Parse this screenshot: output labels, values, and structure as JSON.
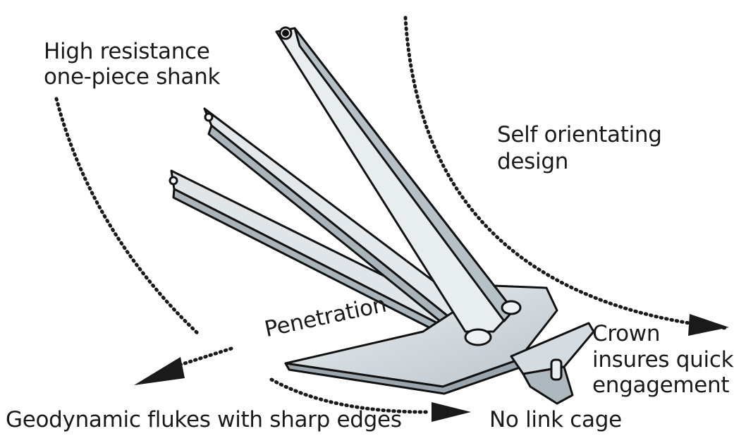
{
  "labels": {
    "shank": [
      "High resistance",
      "one-piece shank"
    ],
    "orientation": [
      "Self orientating",
      "design"
    ],
    "penetration": "Penetration",
    "crown": [
      "Crown",
      "insures quick",
      "engagement"
    ],
    "flukes": "Geodynamic flukes with sharp edges",
    "cage": "No link cage"
  },
  "colors": {
    "text": "#1a1a1a",
    "outline": "#111111",
    "metal_light": "#e9eef1",
    "metal_mid": "#c4cdd3",
    "metal_dark": "#9aa5ad"
  }
}
